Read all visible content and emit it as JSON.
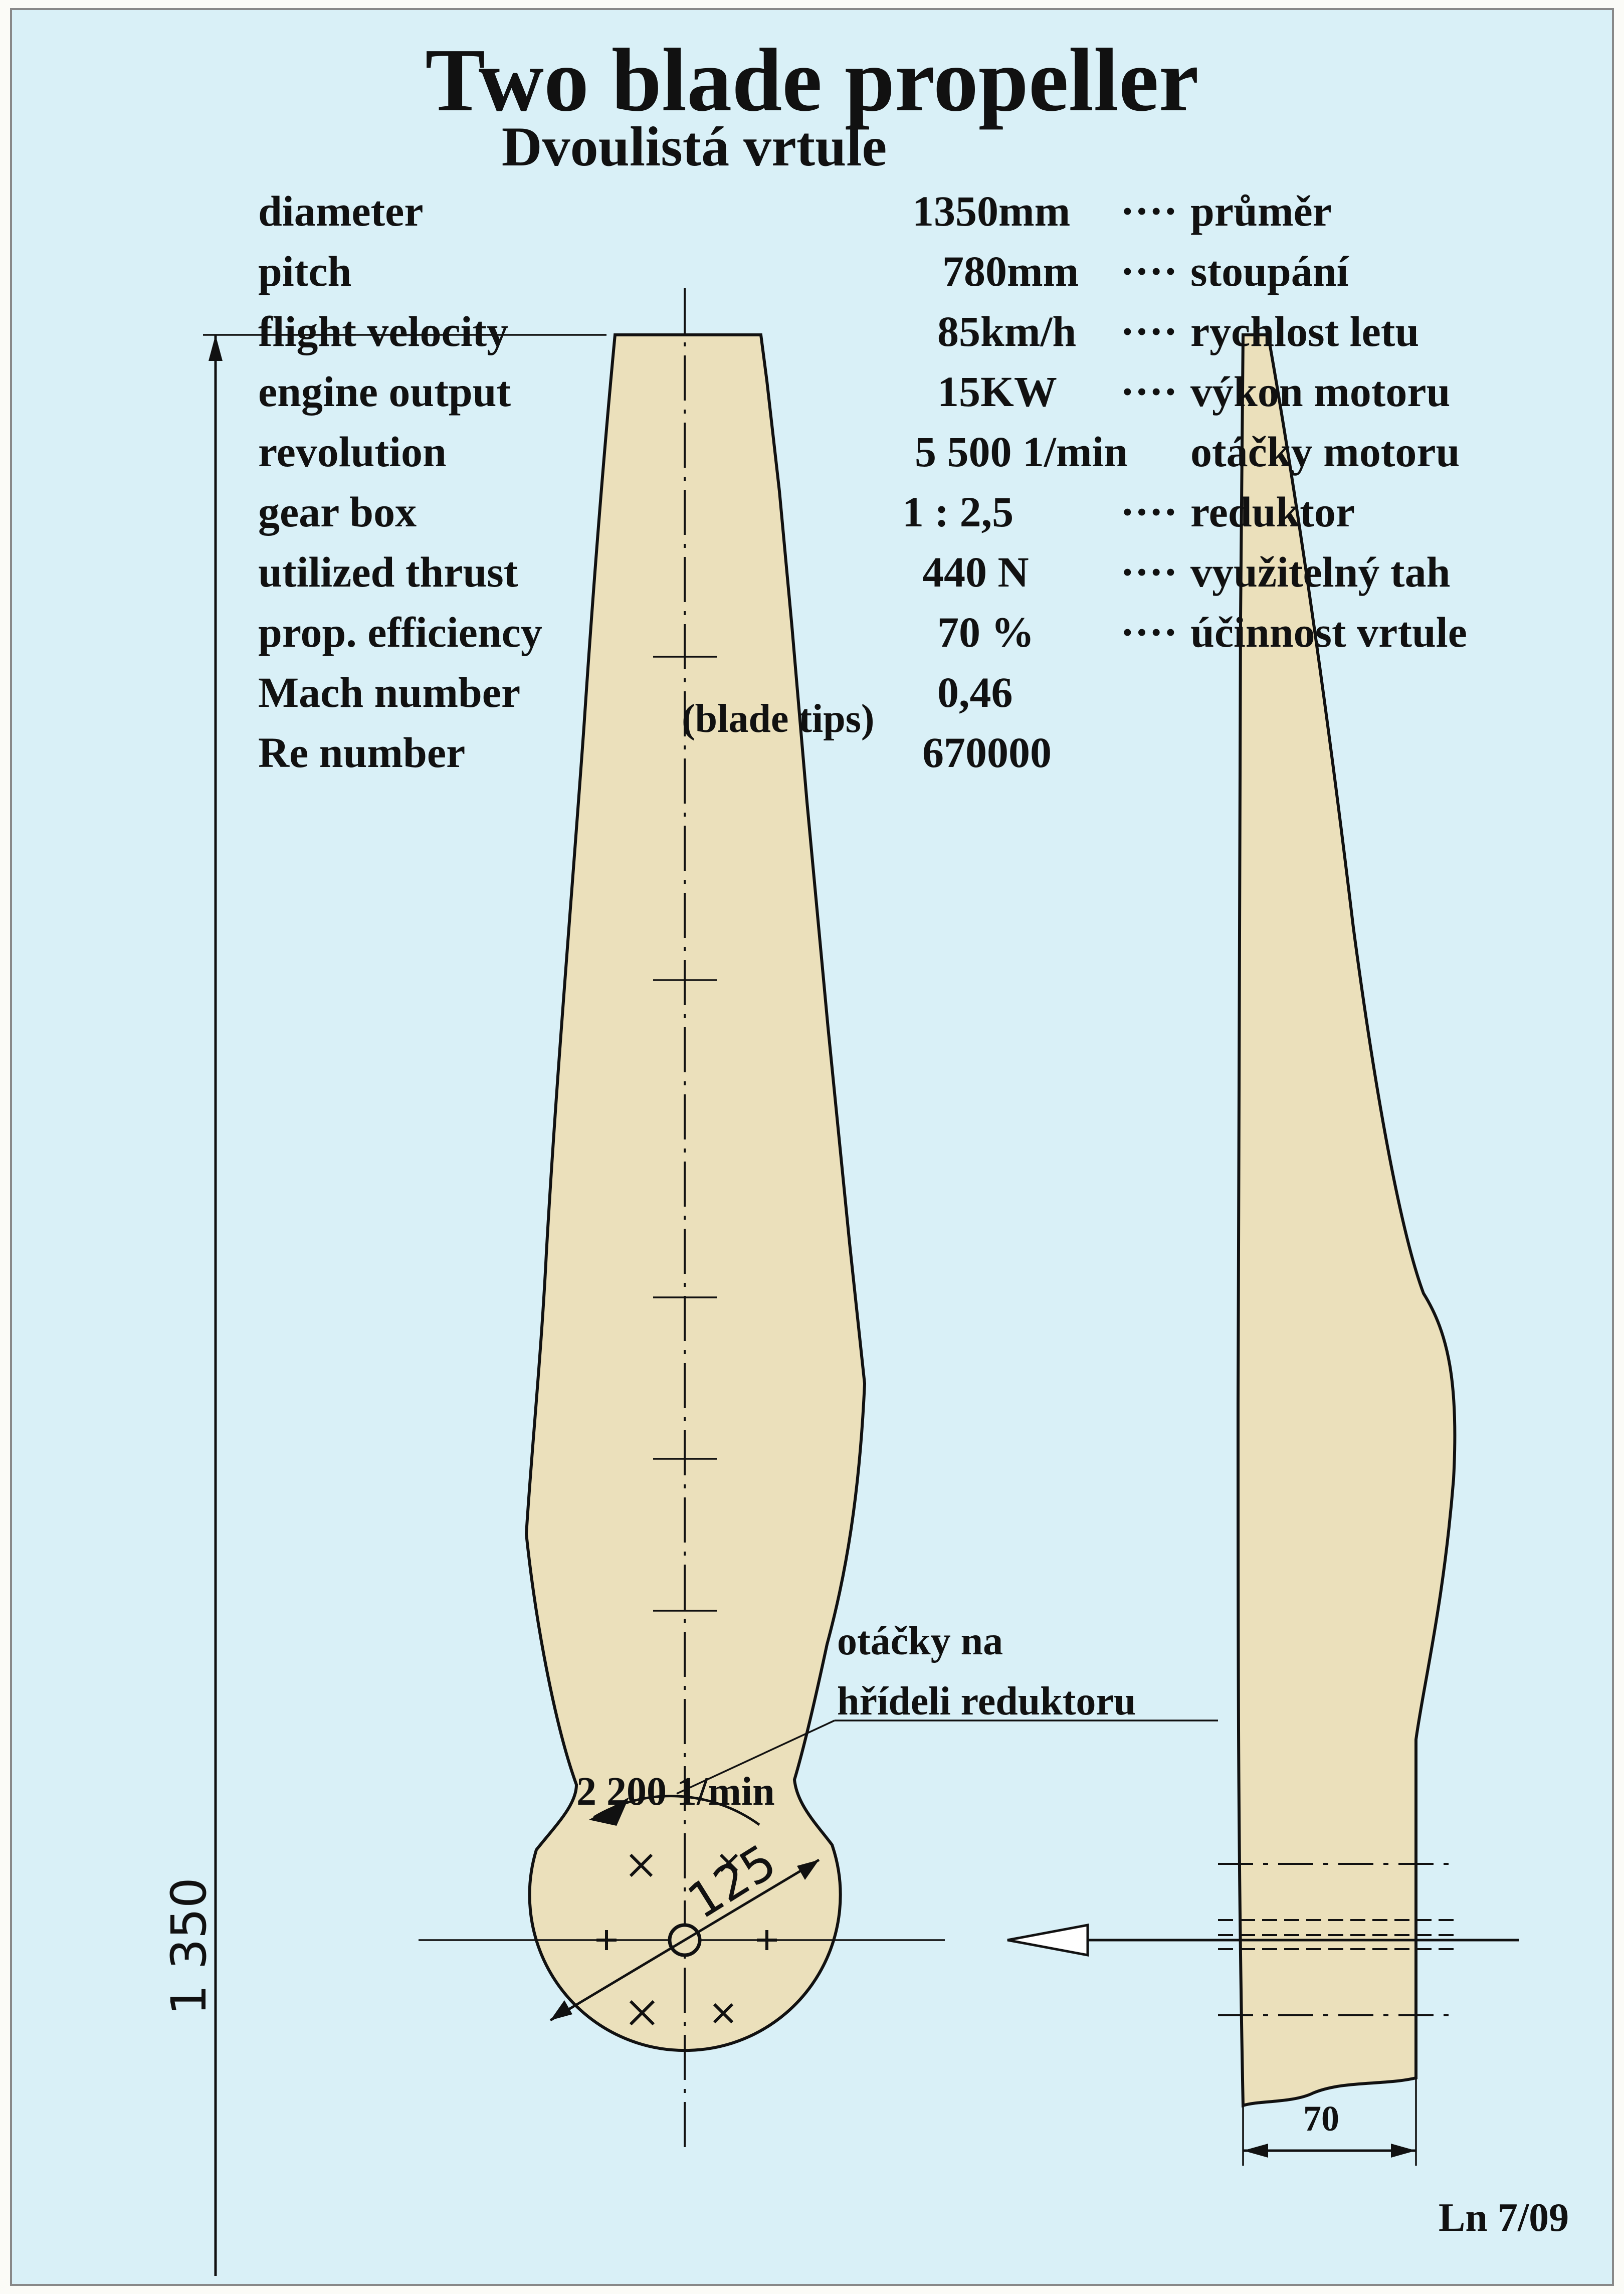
{
  "title": "Two blade propeller",
  "subtitle": "Dvoulistá vrtule",
  "specs": [
    {
      "label": "diameter",
      "value": "1350mm",
      "dots": "····",
      "czech": "průměr"
    },
    {
      "label": "pitch",
      "value": "780mm",
      "dots": "····",
      "czech": "stoupání"
    },
    {
      "label": "flight velocity",
      "value": "85km/h",
      "dots": "····",
      "czech": "rychlost letu"
    },
    {
      "label": "engine output",
      "value": "15KW",
      "dots": "····",
      "czech": "výkon motoru"
    },
    {
      "label": "revolution",
      "value": "5 500 1/min",
      "dots": "",
      "czech": "otáčky motoru"
    },
    {
      "label": "gear box",
      "value": "1 : 2,5",
      "dots": "····",
      "czech": "reduktor"
    },
    {
      "label": "utilized thrust",
      "value": "440 N",
      "dots": "····",
      "czech": "využitelný tah"
    },
    {
      "label": "prop. efficiency",
      "value": "70 %",
      "dots": "····",
      "czech": "účinnost vrtule"
    },
    {
      "label": "Mach number",
      "value": "0,46",
      "dots": "",
      "czech": ""
    },
    {
      "label": "Re number",
      "value": "670000",
      "dots": "",
      "czech": ""
    }
  ],
  "mach_note": "(blade tips)",
  "shaft_note": {
    "line1": "otáčky na",
    "line2": "hřídeli reduktoru",
    "rpm": "2 200 1/min"
  },
  "dimensions": {
    "overall_length": "1 350",
    "hub_bolt_circle": "125",
    "hub_width": "70"
  },
  "signature": "Ln 7/09",
  "colors": {
    "background": "#d9f0f7",
    "blade": "#ebe0bb",
    "ink": "#111111"
  }
}
